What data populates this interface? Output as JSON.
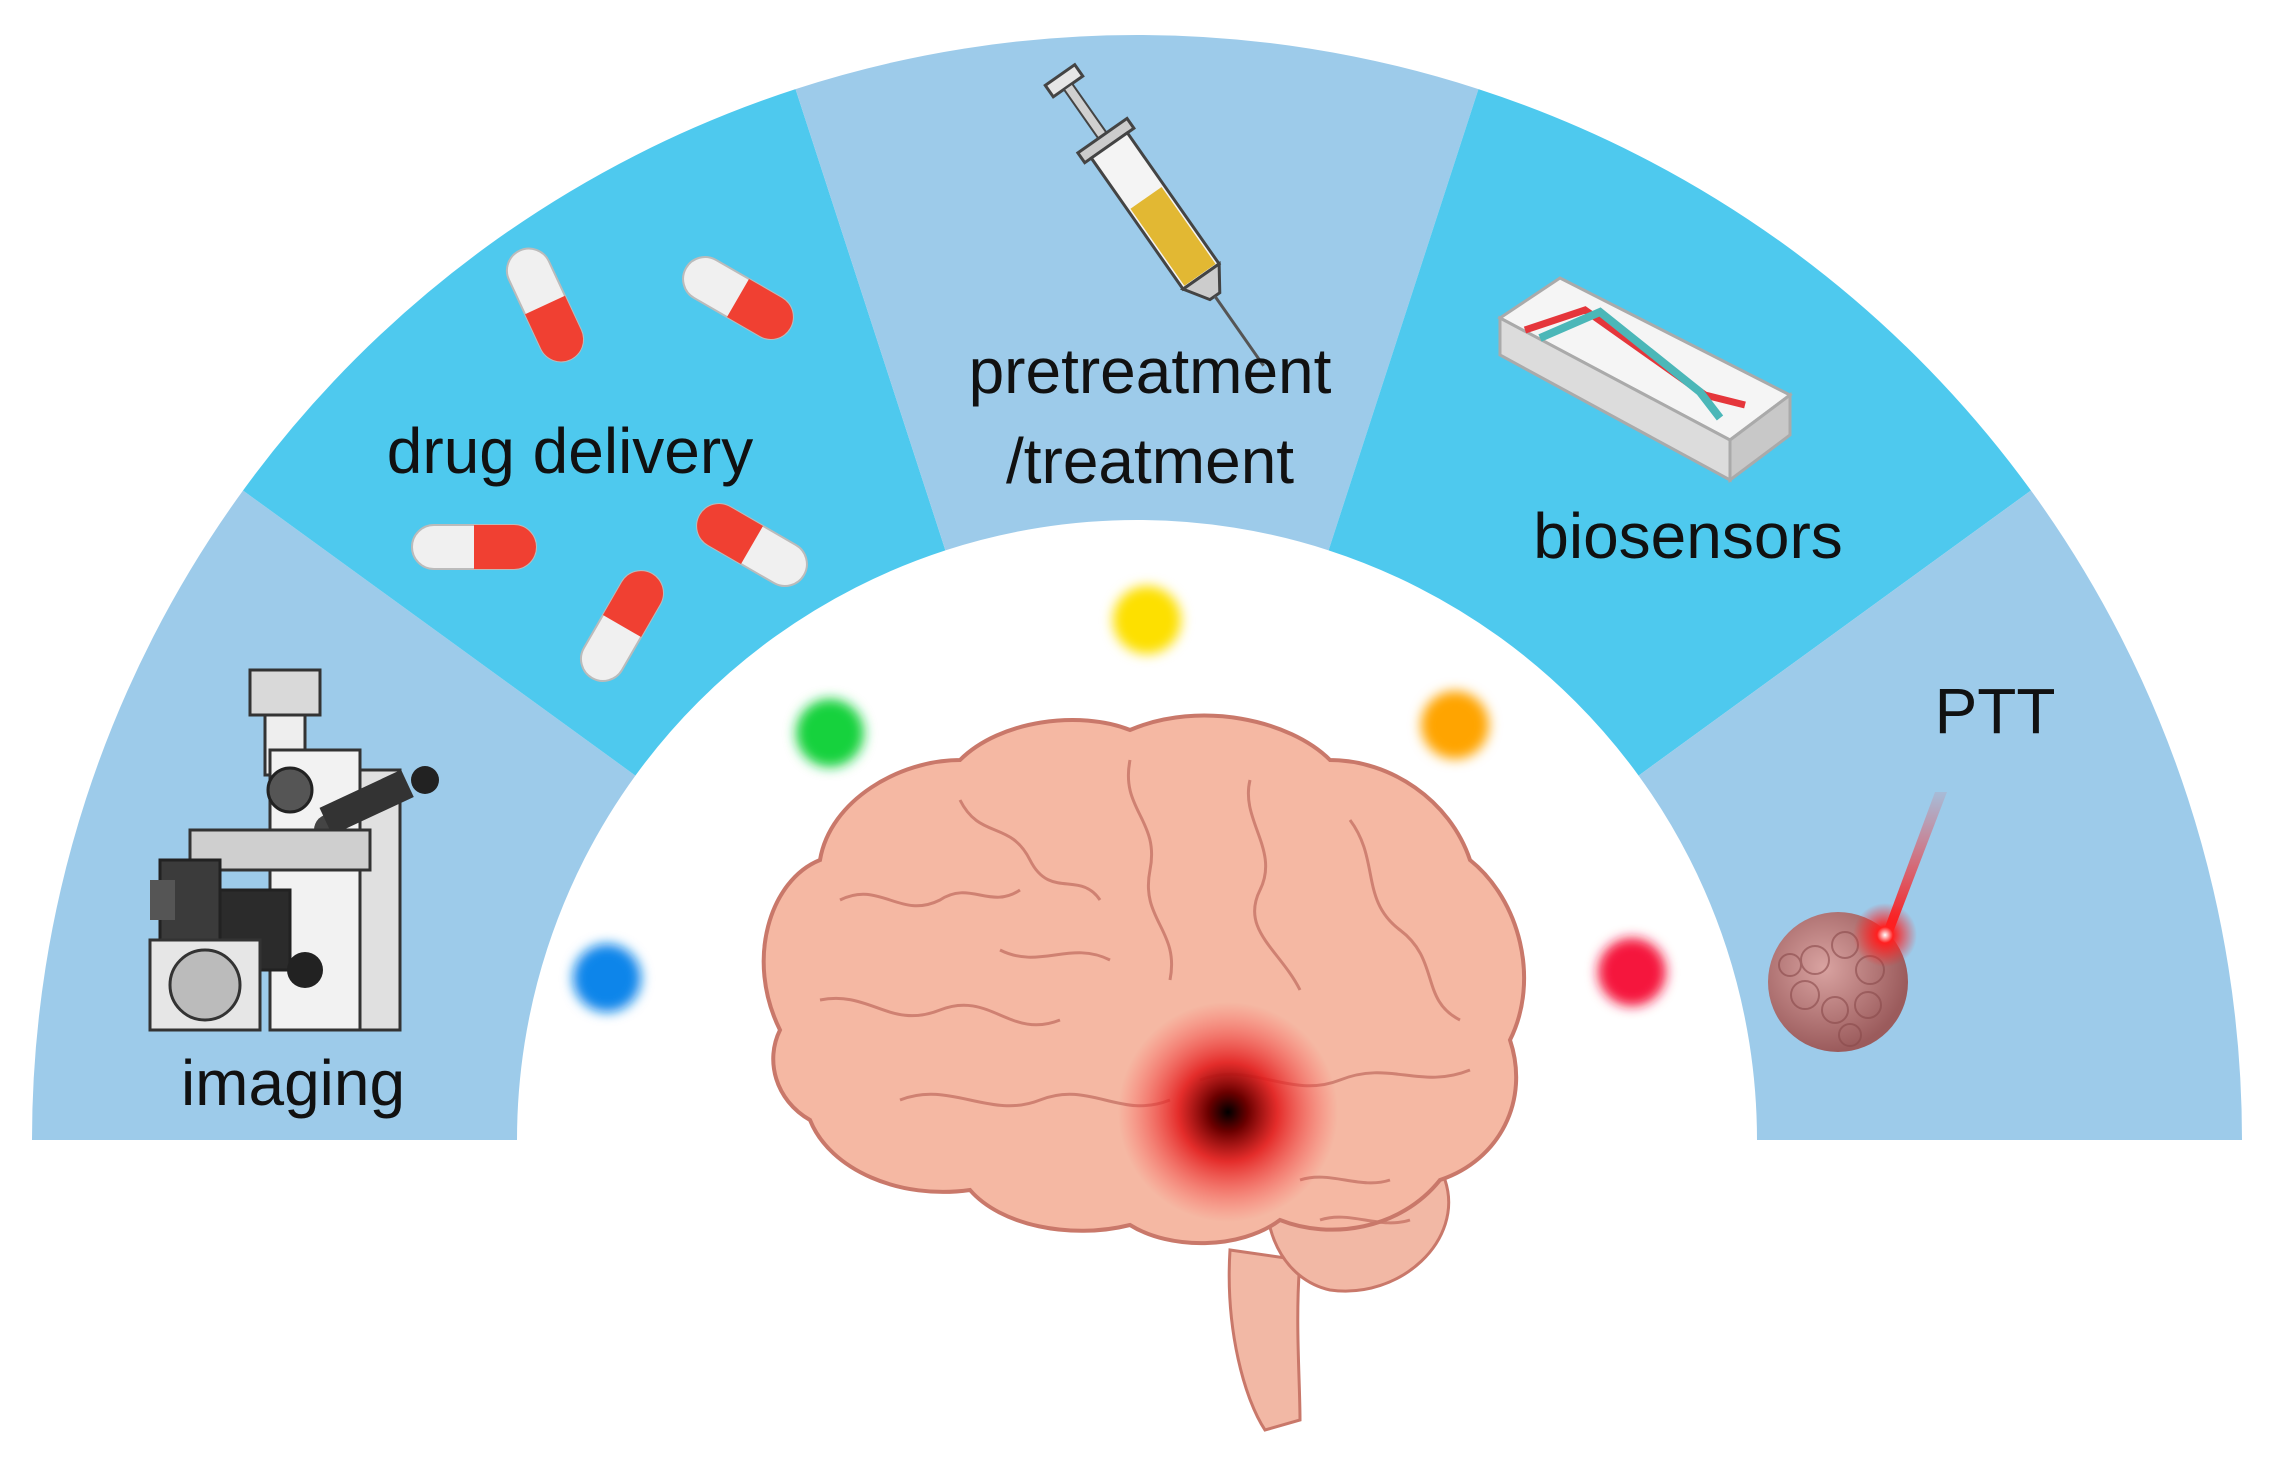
{
  "colors": {
    "segment_light": "#9dcbea",
    "segment_bright": "#4ec9ee",
    "background": "#ffffff",
    "label_text": "#111111"
  },
  "segments": [
    {
      "label": "imaging",
      "icon": "microscope-icon",
      "shade": "light"
    },
    {
      "label": "drug delivery",
      "icon": "capsules-icon",
      "shade": "bright"
    },
    {
      "label_line1": "pretreatment",
      "label_line2": "/treatment",
      "icon": "syringe-icon",
      "shade": "light"
    },
    {
      "label": "biosensors",
      "icon": "microfluidic-chip-icon",
      "shade": "bright"
    },
    {
      "label": "PTT",
      "icon": "laser-tumor-icon",
      "shade": "light"
    }
  ],
  "dots": [
    {
      "name": "blue-dot",
      "color": "#1185ea"
    },
    {
      "name": "green-dot",
      "color": "#19d23c"
    },
    {
      "name": "yellow-dot",
      "color": "#fde000"
    },
    {
      "name": "orange-dot",
      "color": "#ffa400"
    },
    {
      "name": "red-dot",
      "color": "#f5143c"
    }
  ],
  "center_icon": "brain-with-tumor-icon"
}
